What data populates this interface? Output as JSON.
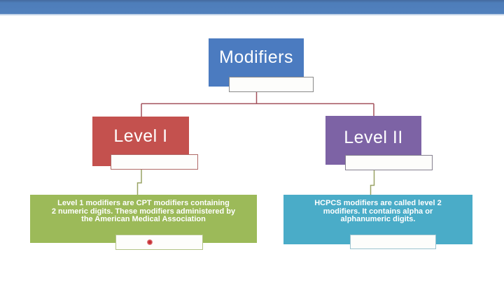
{
  "slide": {
    "top_bar_color": "#4e7dba",
    "diagram": {
      "type": "hierarchy",
      "root": {
        "label": "Modifiers",
        "color": "#4b7bc0"
      },
      "children": [
        {
          "label": "Level I",
          "color": "#c4514e",
          "description": "Level 1 modifiers are CPT modifiers containing\n2  numeric digits. These modifiers administered by\nthe American Medical Association",
          "description_color": "#9cba59"
        },
        {
          "label": "Level II",
          "color": "#7d63a5",
          "description": "HCPCS modifiers are called level 2\nmodifiers. It contains alpha or\nalphanumeric digits.",
          "description_color": "#4aacc8"
        }
      ],
      "connector_colors": {
        "upper_branch": "#a3505b",
        "lower_branch": "#99a365"
      },
      "marker": {
        "name": "red-dot",
        "color": "#c0282d"
      }
    }
  }
}
